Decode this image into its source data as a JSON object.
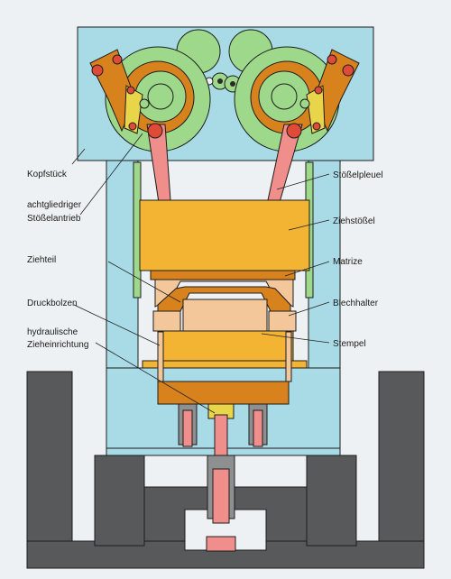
{
  "labels": {
    "kopfstueck": "Kopfstück",
    "antrieb_1": "achtgliedriger",
    "antrieb_2": "Stößelantrieb",
    "stoesselpleuel": "Stößelpleuel",
    "ziehstoessel": "Ziehstößel",
    "ziehteil": "Ziehteil",
    "matrize": "Matrize",
    "druckbolzen": "Druckbolzen",
    "blechhalter": "Blechhalter",
    "zieheinrichtung_1": "hydraulische",
    "zieheinrichtung_2": "Zieheinrichtung",
    "stempel": "Stempel"
  },
  "colors": {
    "frame": "#a9dbe7",
    "gears": "#9ed98b",
    "crank": "#d8821e",
    "link": "#e9d54a",
    "pitman": "#ef8e8a",
    "slide": "#f2b432",
    "tool": "#f4c79a",
    "foundation": "#58595b"
  }
}
